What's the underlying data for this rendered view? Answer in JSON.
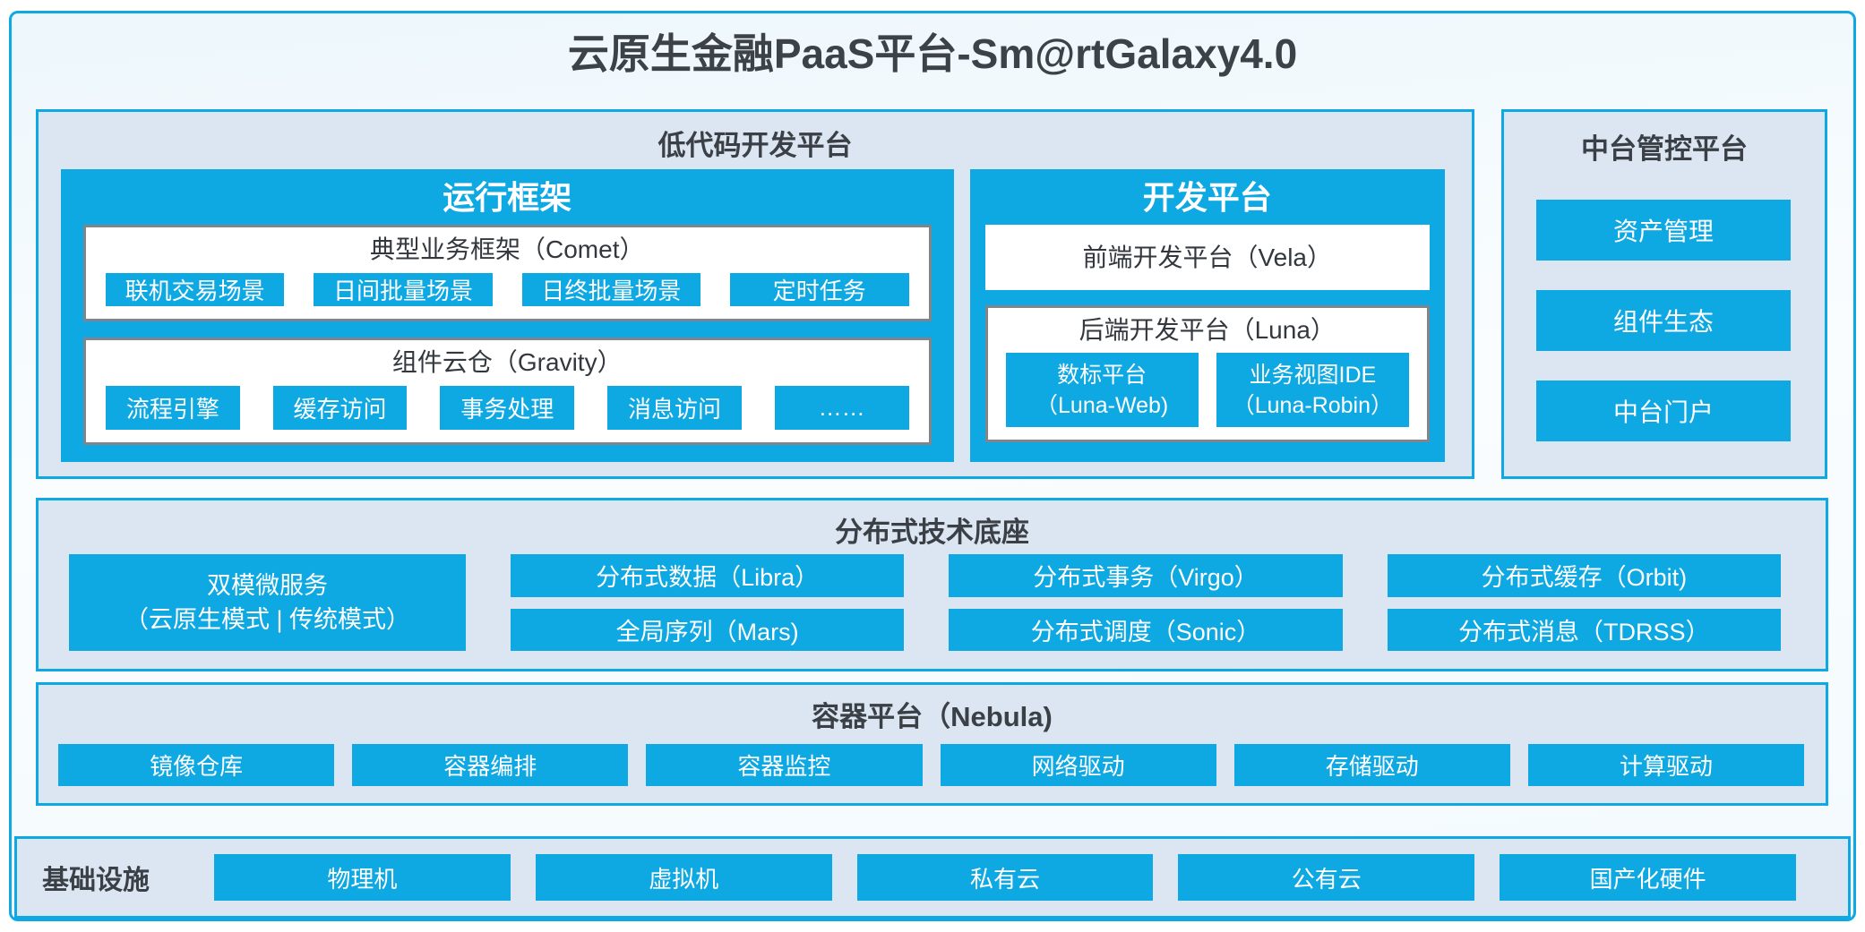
{
  "title": "云原生金融PaaS平台-Sm@rtGalaxy4.0",
  "colors": {
    "accent_blue": "#0ea8e3",
    "section_bg": "#dce6f2",
    "box_border_gray": "#7f858a",
    "text_dark": "#3a4046",
    "button_text": "#ffffff"
  },
  "lowcode": {
    "header": "低代码开发平台",
    "runtime": {
      "header": "运行框架",
      "comet": {
        "title": "典型业务框架（Comet）",
        "items": [
          "联机交易场景",
          "日间批量场景",
          "日终批量场景",
          "定时任务"
        ]
      },
      "gravity": {
        "title": "组件云仓（Gravity）",
        "items": [
          "流程引擎",
          "缓存访问",
          "事务处理",
          "消息访问",
          "……"
        ]
      }
    },
    "dev": {
      "header": "开发平台",
      "vela": {
        "title": "前端开发平台（Vela）"
      },
      "luna": {
        "title": "后端开发平台（Luna）",
        "items": [
          {
            "line1": "数标平台",
            "line2": "（Luna-Web)"
          },
          {
            "line1": "业务视图IDE",
            "line2": "（Luna-Robin）"
          }
        ]
      }
    }
  },
  "middle_platform": {
    "header": "中台管控平台",
    "items": [
      "资产管理",
      "组件生态",
      "中台门户"
    ]
  },
  "distributed": {
    "header": "分布式技术底座",
    "dual_mode": {
      "line1": "双模微服务",
      "line2": "（云原生模式 | 传统模式）"
    },
    "row1": [
      "分布式数据（Libra）",
      "分布式事务（Virgo）",
      "分布式缓存（Orbit)"
    ],
    "row2": [
      "全局序列（Mars)",
      "分布式调度（Sonic）",
      "分布式消息（TDRSS）"
    ]
  },
  "container_platform": {
    "header": "容器平台（Nebula)",
    "items": [
      "镜像仓库",
      "容器编排",
      "容器监控",
      "网络驱动",
      "存储驱动",
      "计算驱动"
    ]
  },
  "infrastructure": {
    "label": "基础设施",
    "items": [
      "物理机",
      "虚拟机",
      "私有云",
      "公有云",
      "国产化硬件"
    ]
  }
}
